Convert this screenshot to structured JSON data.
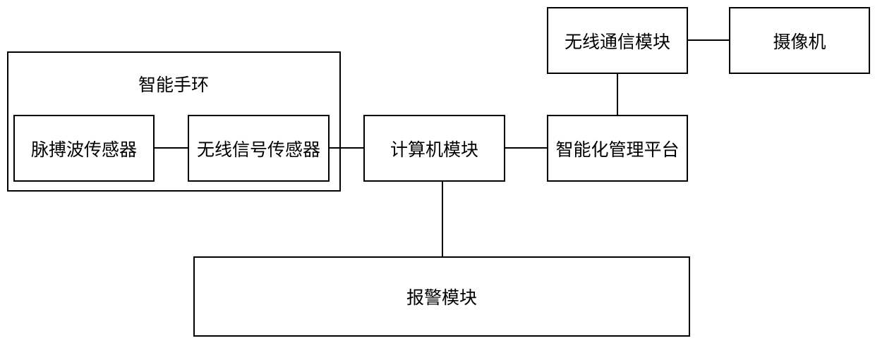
{
  "diagram": {
    "group": {
      "title": "智能手环"
    },
    "nodes": {
      "pulse_sensor": "脉搏波传感器",
      "wireless_signal_sensor": "无线信号传感器",
      "computer_module": "计算机模块",
      "management_platform": "智能化管理平台",
      "wireless_comm_module": "无线通信模块",
      "camera": "摄像机",
      "alarm_module": "报警模块"
    }
  }
}
